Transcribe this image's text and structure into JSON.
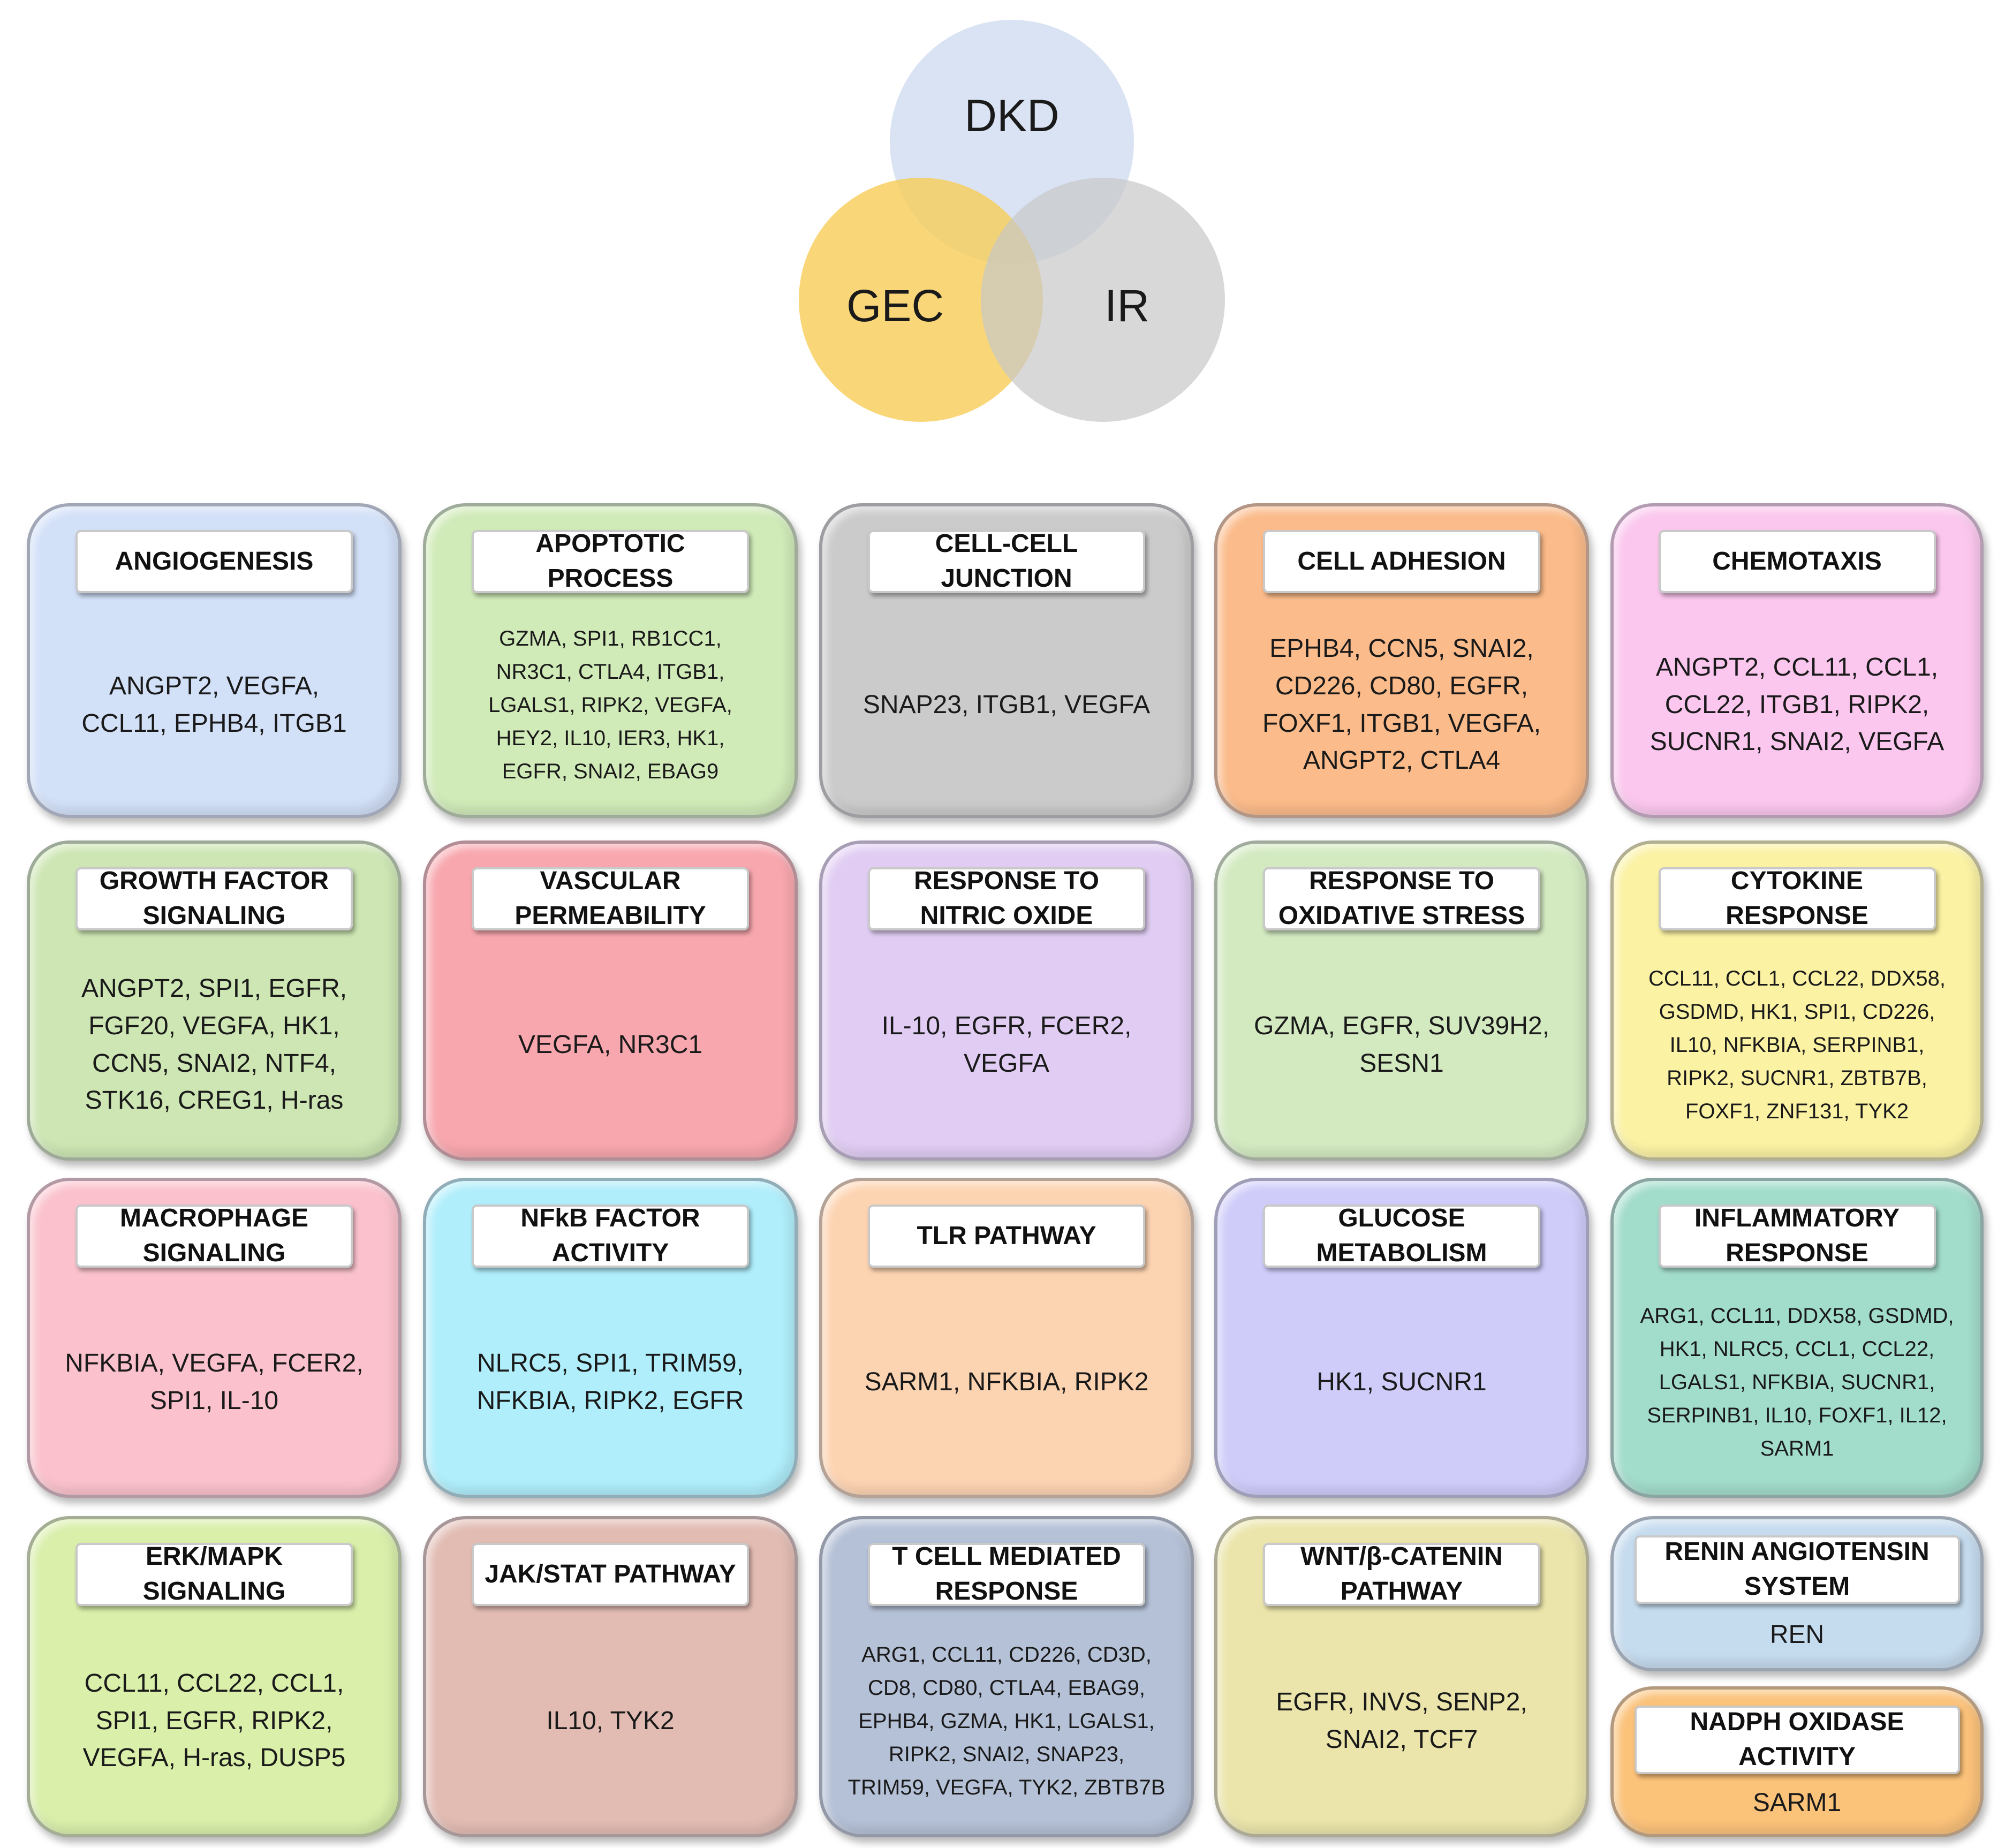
{
  "venn": {
    "circles": [
      {
        "label": "DKD",
        "color": "#ccd9ef"
      },
      {
        "label": "GEC",
        "color": "#f7cd57"
      },
      {
        "label": "IR",
        "color": "#c7c7c7"
      }
    ]
  },
  "cards": [
    {
      "title": "ANGIOGENESIS",
      "genes": "ANGPT2, VEGFA, CCL11, EPHB4, ITGB1",
      "color": "#d2e0f8"
    },
    {
      "title": "APOPTOTIC\nPROCESS",
      "genes": "GZMA, SPI1, RB1CC1, NR3C1, CTLA4, ITGB1, LGALS1, RIPK2, VEGFA, HEY2, IL10, IER3, HK1, EGFR, SNAI2, EBAG9",
      "color": "#d0eab8"
    },
    {
      "title": "CELL-CELL JUNCTION",
      "genes": "SNAP23, ITGB1, VEGFA",
      "color": "#cbcbcb"
    },
    {
      "title": "CELL ADHESION",
      "genes": "EPHB4, CCN5, SNAI2, CD226, CD80, EGFR, FOXF1, ITGB1, VEGFA, ANGPT2, CTLA4",
      "color": "#fbbb8a"
    },
    {
      "title": "CHEMOTAXIS",
      "genes": "ANGPT2, CCL11, CCL1, CCL22, ITGB1, RIPK2, SUCNR1, SNAI2, VEGFA",
      "color": "#fbc7ee"
    },
    {
      "title": "GROWTH FACTOR\nSIGNALING",
      "genes": "ANGPT2, SPI1, EGFR, FGF20, VEGFA, HK1, CCN5, SNAI2, NTF4, STK16, CREG1, H-ras",
      "color": "#cde6b3"
    },
    {
      "title": "VASCULAR\nPERMEABILITY",
      "genes": "VEGFA, NR3C1",
      "color": "#f8a7ae"
    },
    {
      "title": "RESPONSE TO\nNITRIC OXIDE",
      "genes": "IL-10, EGFR, FCER2, VEGFA",
      "color": "#e1cdf3"
    },
    {
      "title": "RESPONSE TO\nOXIDATIVE STRESS",
      "genes": "GZMA, EGFR, SUV39H2, SESN1",
      "color": "#d3eac1"
    },
    {
      "title": "CYTOKINE\nRESPONSE",
      "genes": "CCL11, CCL1, CCL22, DDX58, GSDMD, HK1, SPI1, CD226, IL10, NFKBIA, SERPINB1, RIPK2,  SUCNR1, ZBTB7B, FOXF1, ZNF131, TYK2",
      "color": "#fbf2a4"
    },
    {
      "title": "MACROPHAGE\nSIGNALING",
      "genes": "NFKBIA, VEGFA, FCER2, SPI1, IL-10",
      "color": "#fbc2cd"
    },
    {
      "title": "NFkB FACTOR\nACTIVITY",
      "genes": "NLRC5, SPI1, TRIM59, NFKBIA, RIPK2, EGFR",
      "color": "#b0eefb"
    },
    {
      "title": "TLR PATHWAY",
      "genes": "SARM1, NFKBIA, RIPK2",
      "color": "#fdd4b2"
    },
    {
      "title": "GLUCOSE\nMETABOLISM",
      "genes": "HK1, SUCNR1",
      "color": "#cfccfa"
    },
    {
      "title": "INFLAMMATORY\nRESPONSE",
      "genes": "ARG1, CCL11, DDX58, GSDMD, HK1, NLRC5, CCL1, CCL22, LGALS1, NFKBIA, SUCNR1, SERPINB1, IL10, FOXF1, IL12, SARM1",
      "color": "#a2dccb"
    },
    {
      "title": "ERK/MAPK\nSIGNALING",
      "genes": "CCL11, CCL22, CCL1, SPI1, EGFR, RIPK2, VEGFA, H-ras, DUSP5",
      "color": "#d9efaa"
    },
    {
      "title": "JAK/STAT PATHWAY",
      "genes": "IL10, TYK2",
      "color": "#e2bcb3"
    },
    {
      "title": "T CELL MEDIATED\nRESPONSE",
      "genes": "ARG1, CCL11, CD226, CD3D, CD8, CD80, CTLA4, EBAG9, EPHB4, GZMA, HK1, LGALS1, RIPK2, SNAI2, SNAP23, TRIM59, VEGFA, TYK2, ZBTB7B",
      "color": "#b5c1d7"
    },
    {
      "title": "WNT/β-CATENIN\nPATHWAY",
      "genes": "EGFR, INVS, SENP2, SNAI2, TCF7",
      "color": "#ebe5ab"
    },
    {
      "title": "RENIN ANGIOTENSIN\nSYSTEM",
      "genes": "REN",
      "color": "#c5dbee"
    },
    {
      "title": "NADPH OXIDASE\nACTIVITY",
      "genes": "SARM1",
      "color": "#fbc27a"
    }
  ]
}
